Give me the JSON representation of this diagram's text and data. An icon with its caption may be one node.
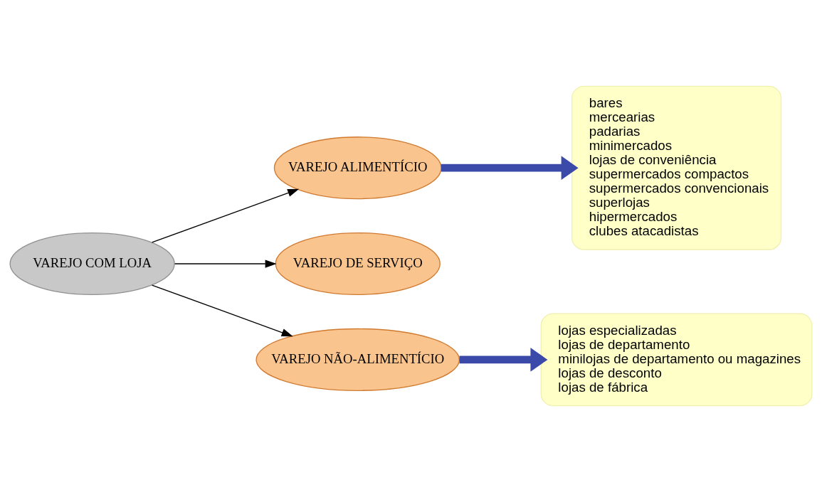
{
  "diagram": {
    "nodes": [
      {
        "text": [
          "VAREJO COM LOJA"
        ]
      },
      {
        "text": [
          "VAREJO ALIMENTÍCIO"
        ]
      },
      {
        "text": [
          "VAREJO DE SERVIÇO"
        ]
      },
      {
        "text": [
          "VAREJO NÃO-ALIMENTÍCIO"
        ]
      },
      {
        "text": [
          "bares",
          "mercearias",
          "padarias",
          "minimercados",
          "lojas de conveniência",
          "supermercados compactos",
          "supermercados convencionais",
          "superlojas",
          "hipermercados",
          "clubes atacadistas"
        ]
      },
      {
        "text": [
          "lojas especializadas",
          "lojas de departamento",
          "minilojas de departamento ou magazines",
          "lojas de desconto",
          "lojas de fábrica"
        ]
      }
    ],
    "edges": [
      {
        "from": 0,
        "to": 1,
        "arrow": "to"
      },
      {
        "from": 0,
        "to": 2,
        "arrow": "to"
      },
      {
        "from": 0,
        "to": 3,
        "arrow": "to"
      },
      {
        "from": 1,
        "to": 4,
        "arrow": "to",
        "style": "thick",
        "color": "#3b4aa8"
      },
      {
        "from": 3,
        "to": 5,
        "arrow": "to",
        "style": "thick",
        "color": "#3b4aa8"
      }
    ]
  }
}
